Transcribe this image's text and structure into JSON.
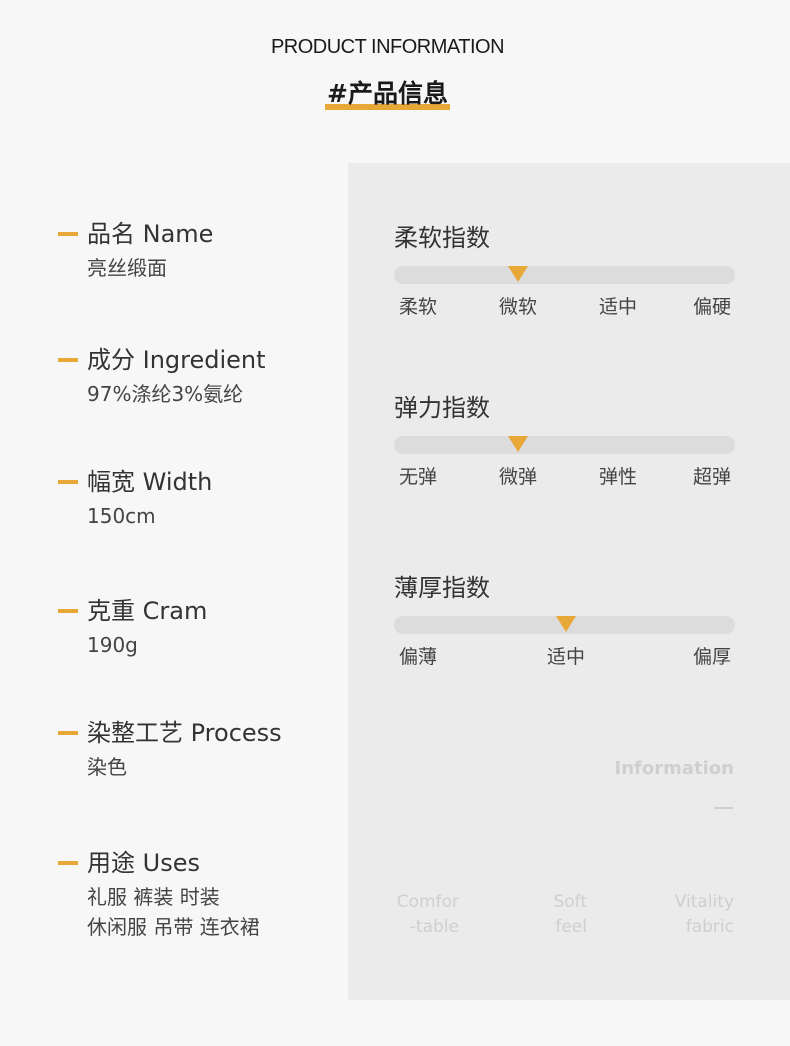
{
  "header": {
    "title_en": "PRODUCT INFORMATION",
    "title_cn": "#产品信息"
  },
  "specs": [
    {
      "label": "品名 Name",
      "value": "亮丝缎面"
    },
    {
      "label": "成分 Ingredient",
      "value": "97%涤纶3%氨纶"
    },
    {
      "label": "幅宽 Width",
      "value": "150cm"
    },
    {
      "label": "克重 Cram",
      "value": "190g"
    },
    {
      "label": "染整工艺 Process",
      "value": "染色"
    },
    {
      "label": "用途 Uses",
      "value": "礼服 裤装 时装",
      "value2": "休闲服 吊带 连衣裙"
    }
  ],
  "scales": [
    {
      "title": "柔软指数",
      "ticks": [
        "柔软",
        "微软",
        "适中",
        "偏硬"
      ],
      "selected_index": 1
    },
    {
      "title": "弹力指数",
      "ticks": [
        "无弹",
        "微弹",
        "弹性",
        "超弹"
      ],
      "selected_index": 1
    },
    {
      "title": "薄厚指数",
      "ticks": [
        "偏薄",
        "适中",
        "偏厚"
      ],
      "selected_index": 1
    }
  ],
  "panel_footer": {
    "info_word": "Information",
    "features": [
      {
        "line1": "Comfor",
        "line2": "-table"
      },
      {
        "line1": "Soft",
        "line2": "feel"
      },
      {
        "line1": "Vitality",
        "line2": "fabric"
      }
    ]
  },
  "colors": {
    "accent": "#e8a838",
    "panel_bg": "#ebebeb",
    "page_bg": "#f7f7f7"
  }
}
